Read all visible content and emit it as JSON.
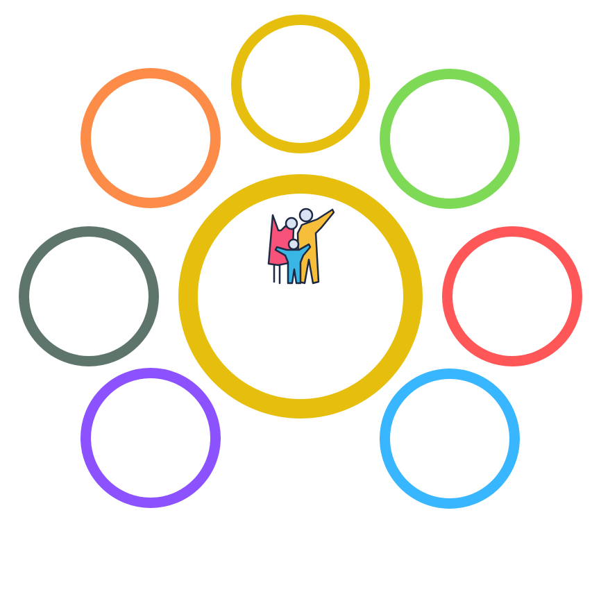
{
  "diagram": {
    "type": "hub-and-spoke",
    "center": {
      "icon": "family-icon",
      "color": "#E6BF0E"
    },
    "satellites": [
      {
        "id": "top",
        "color": "#E6BF0E"
      },
      {
        "id": "top-left",
        "color": "#FC8C48"
      },
      {
        "id": "top-right",
        "color": "#7ED957"
      },
      {
        "id": "left",
        "color": "#5E756C"
      },
      {
        "id": "right",
        "color": "#FF5757"
      },
      {
        "id": "bottom-left",
        "color": "#8C52FF"
      },
      {
        "id": "bottom-right",
        "color": "#38B6FF"
      }
    ]
  },
  "icon_colors": {
    "adult_left": "#F7527A",
    "adult_right": "#F6BE3A",
    "child": "#3AB6E4",
    "heads": "#D9E3F3",
    "outline": "#1E2A44"
  }
}
